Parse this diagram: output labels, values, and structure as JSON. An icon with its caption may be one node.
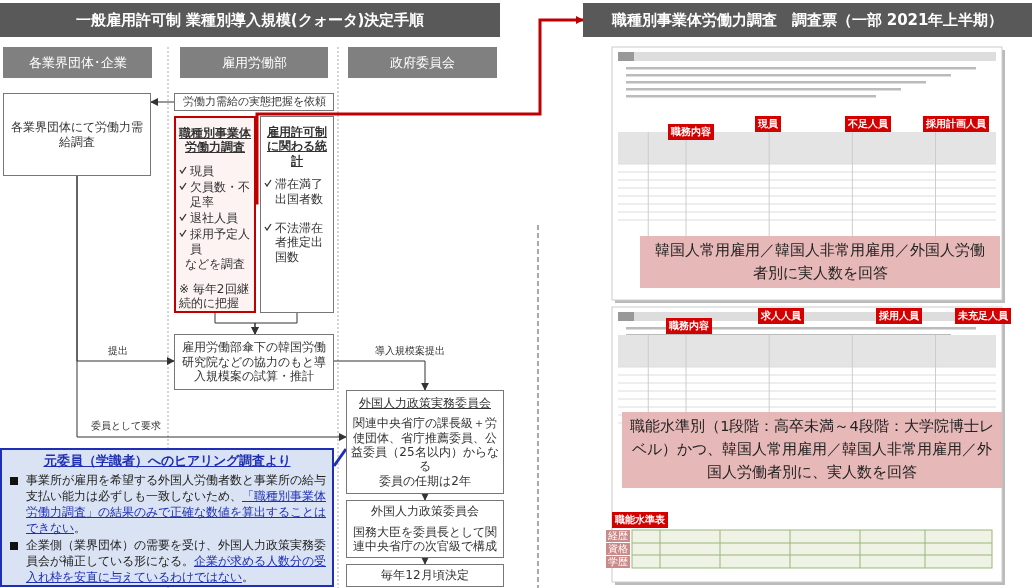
{
  "diagram": {
    "nodes": [
      {
        "text": [
          "各業界団体･企業"
        ]
      },
      {
        "text": [
          "雇用労働部"
        ]
      },
      {
        "text": [
          "政府委員会"
        ]
      },
      {
        "text": [
          "各業界団体にて労働力需給調査"
        ]
      },
      {
        "text": [
          "労働力需給の実態把握を依頼"
        ]
      },
      {
        "text": [
          "職種別事業体労働力調査",
          "現員",
          "欠員数・不足率",
          "退社人員",
          "採用予定人員",
          "などを調査",
          "※ 毎年2回継続的に把握"
        ]
      },
      {
        "text": [
          "雇用許可制に関わる統計",
          "滞在満了出国者数",
          "不法滞在者推定出国数"
        ]
      },
      {
        "text": [
          "雇用労働部傘下の韓国労働研究院などの協力のもと導入規模案の試算・推計"
        ]
      },
      {
        "text": [
          "外国人力政策実務委員会",
          "関連中央省庁の課長級＋労使団体、省庁推薦委員、公益委員（25名以内）からなる",
          "委員の任期は2年"
        ]
      },
      {
        "text": [
          "外国人力政策委員会",
          "国務大臣を委員長として関連中央省庁の次官級で構成"
        ]
      },
      {
        "text": [
          "毎年12月頃決定"
        ]
      },
      {
        "text": [
          "元委員（学識者）へのヒアリング調査より",
          "事業所が雇用を希望する外国人労働者数と事業所の給与支払い能力は必ずしも一致しないため、*「職種別事業体労働力調査」の結果のみで正確な数値を算出することはできない*。",
          "企業側（業界団体）の需要を受け、外国人力政策実務委員会が補正している形になる。*企業が求める人数分の受入れ枠を安直に与えているわけではない*。"
        ]
      },
      {
        "text": [
          "職種別事業体労働力調査　調査票（一部 2021年上半期）"
        ]
      },
      {
        "text": [
          "一般雇用許可制 業種別導入規模(クォータ)決定手順"
        ]
      }
    ],
    "edges": [
      {
        "from": 4,
        "to": 3,
        "arrow": "to"
      },
      {
        "from": 5,
        "to": 7,
        "arrow": "to"
      },
      {
        "from": 6,
        "to": 7,
        "arrow": "to"
      },
      {
        "from": 3,
        "to": 7,
        "arrow": "to",
        "label": "提出"
      },
      {
        "from": 3,
        "to": 8,
        "arrow": "to",
        "label": "委員として要求"
      },
      {
        "from": 7,
        "to": 8,
        "arrow": "to",
        "label": "導入規模案提出"
      },
      {
        "from": 8,
        "to": 9,
        "arrow": "to"
      },
      {
        "from": 9,
        "to": 10,
        "arrow": "to"
      },
      {
        "from": 11,
        "to": 8,
        "arrow": "none",
        "style": "thick",
        "color": "#1f2fb5"
      },
      {
        "from": 5,
        "to": 12,
        "arrow": "to",
        "style": "thick",
        "color": "#c00000"
      }
    ],
    "labels": [
      "職務内容",
      "現員",
      "不足人員",
      "採用計画人員",
      "韓国人常用雇用／韓国人非常用雇用／外国人労働者別に実人数を回答",
      "職務内容",
      "求人人員",
      "採用人員",
      "未充足人員",
      "職能水準別（1段階：高卒未満～4段階：大学院博士レベル）かつ、韓国人常用雇用／韓国人非常用雇用／外国人労働者別に、実人数を回答",
      "職能水準表",
      "経歴",
      "資格",
      "学歴"
    ]
  }
}
